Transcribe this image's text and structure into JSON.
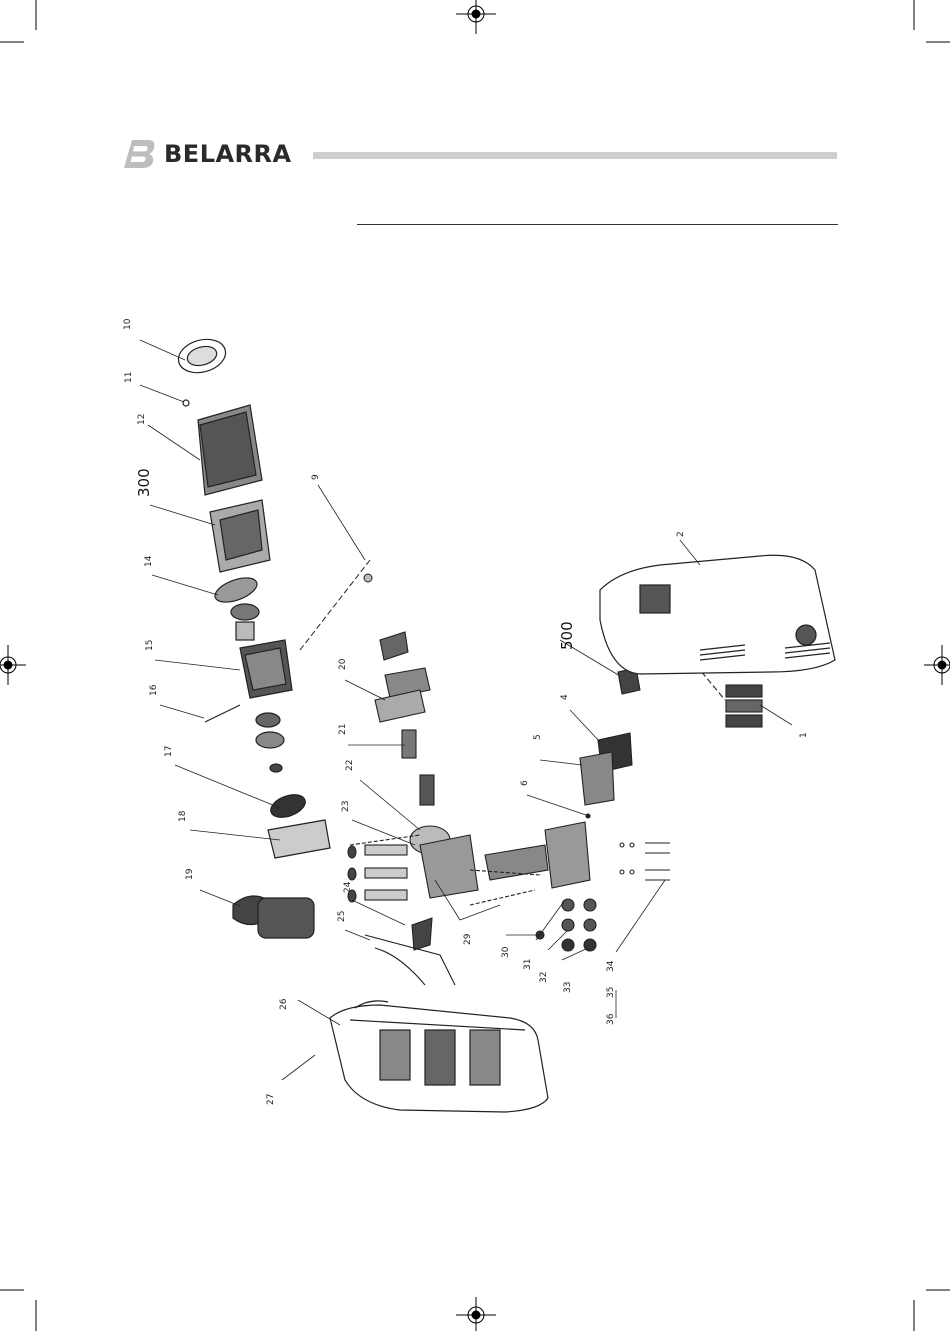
{
  "brand": {
    "name": "BELARRA"
  },
  "callouts": [
    {
      "id": "c10",
      "label": "10"
    },
    {
      "id": "c11",
      "label": "11"
    },
    {
      "id": "c12",
      "label": "12"
    },
    {
      "id": "c300",
      "label": "300"
    },
    {
      "id": "c14",
      "label": "14"
    },
    {
      "id": "c15",
      "label": "15"
    },
    {
      "id": "c16",
      "label": "16"
    },
    {
      "id": "c17",
      "label": "17"
    },
    {
      "id": "c18",
      "label": "18"
    },
    {
      "id": "c19",
      "label": "19"
    },
    {
      "id": "c9",
      "label": "9"
    },
    {
      "id": "c20",
      "label": "20"
    },
    {
      "id": "c21",
      "label": "21"
    },
    {
      "id": "c22",
      "label": "22"
    },
    {
      "id": "c23",
      "label": "23"
    },
    {
      "id": "c24",
      "label": "24"
    },
    {
      "id": "c25",
      "label": "25"
    },
    {
      "id": "c26",
      "label": "26"
    },
    {
      "id": "c27",
      "label": "27"
    },
    {
      "id": "c29",
      "label": "29"
    },
    {
      "id": "c30",
      "label": "30"
    },
    {
      "id": "c31",
      "label": "31"
    },
    {
      "id": "c32",
      "label": "32"
    },
    {
      "id": "c33",
      "label": "33"
    },
    {
      "id": "c34",
      "label": "34"
    },
    {
      "id": "c35",
      "label": "35"
    },
    {
      "id": "c36",
      "label": "36"
    },
    {
      "id": "c2",
      "label": "2"
    },
    {
      "id": "c500",
      "label": "500"
    },
    {
      "id": "c4",
      "label": "4"
    },
    {
      "id": "c5",
      "label": "5"
    },
    {
      "id": "c6",
      "label": "6"
    },
    {
      "id": "c1",
      "label": "1"
    }
  ]
}
